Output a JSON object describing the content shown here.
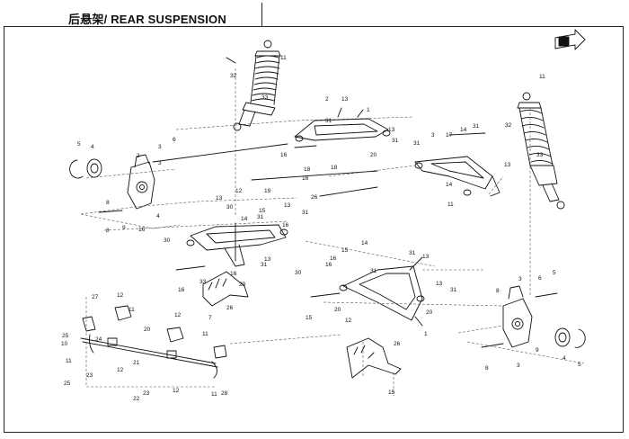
{
  "header": {
    "title": "后悬架/ REAR SUSPENSION"
  },
  "icons": {
    "front_direction": "fwd-arrow-icon"
  },
  "colors": {
    "ink": "#111111",
    "guide": "#555555",
    "paper": "#ffffff"
  },
  "callouts": [
    {
      "id": "c1",
      "text": "11"
    },
    {
      "id": "c2",
      "text": "32"
    },
    {
      "id": "c3",
      "text": "33"
    },
    {
      "id": "c4",
      "text": "11"
    },
    {
      "id": "c5",
      "text": "33"
    },
    {
      "id": "c6",
      "text": "32"
    },
    {
      "id": "c7",
      "text": "5"
    },
    {
      "id": "c8",
      "text": "4"
    },
    {
      "id": "c9",
      "text": "2"
    },
    {
      "id": "c10",
      "text": "3"
    },
    {
      "id": "c11",
      "text": "6"
    },
    {
      "id": "c12",
      "text": "3"
    },
    {
      "id": "c13",
      "text": "1"
    },
    {
      "id": "c14",
      "text": "13"
    },
    {
      "id": "c15",
      "text": "2"
    },
    {
      "id": "c16",
      "text": "31"
    },
    {
      "id": "c17",
      "text": "20"
    },
    {
      "id": "c18",
      "text": "31"
    },
    {
      "id": "c19",
      "text": "3"
    },
    {
      "id": "c20",
      "text": "17"
    },
    {
      "id": "c21",
      "text": "14"
    },
    {
      "id": "c22",
      "text": "31"
    },
    {
      "id": "c23",
      "text": "19"
    },
    {
      "id": "c24",
      "text": "16"
    },
    {
      "id": "c25",
      "text": "18"
    },
    {
      "id": "c26",
      "text": "16"
    },
    {
      "id": "c27",
      "text": "18"
    },
    {
      "id": "c28",
      "text": "26"
    },
    {
      "id": "c29",
      "text": "31"
    },
    {
      "id": "c30",
      "text": "13"
    },
    {
      "id": "c31",
      "text": "8"
    },
    {
      "id": "c32",
      "text": "9"
    },
    {
      "id": "c33",
      "text": "8"
    },
    {
      "id": "c34",
      "text": "4"
    },
    {
      "id": "c35",
      "text": "13"
    },
    {
      "id": "c36",
      "text": "12"
    },
    {
      "id": "c37",
      "text": "30"
    },
    {
      "id": "c38",
      "text": "31"
    },
    {
      "id": "c39",
      "text": "13"
    },
    {
      "id": "c40",
      "text": "27"
    },
    {
      "id": "c41",
      "text": "16"
    },
    {
      "id": "c42",
      "text": "30"
    },
    {
      "id": "c43",
      "text": "14"
    },
    {
      "id": "c44",
      "text": "31"
    },
    {
      "id": "c45",
      "text": "16"
    },
    {
      "id": "c46",
      "text": "15"
    },
    {
      "id": "c47",
      "text": "16"
    },
    {
      "id": "c48",
      "text": "16"
    },
    {
      "id": "c49",
      "text": "30"
    },
    {
      "id": "c50",
      "text": "31"
    },
    {
      "id": "c51",
      "text": "13"
    },
    {
      "id": "c52",
      "text": "7"
    },
    {
      "id": "c53",
      "text": "33"
    },
    {
      "id": "c54",
      "text": "26"
    },
    {
      "id": "c55",
      "text": "29"
    },
    {
      "id": "c56",
      "text": "11"
    },
    {
      "id": "c57",
      "text": "12"
    },
    {
      "id": "c58",
      "text": "11"
    },
    {
      "id": "c59",
      "text": "12"
    },
    {
      "id": "c60",
      "text": "20"
    },
    {
      "id": "c61",
      "text": "25"
    },
    {
      "id": "c62",
      "text": "10"
    },
    {
      "id": "c63",
      "text": "11"
    },
    {
      "id": "c64",
      "text": "23"
    },
    {
      "id": "c65",
      "text": "25"
    },
    {
      "id": "c66",
      "text": "24"
    },
    {
      "id": "c67",
      "text": "12"
    },
    {
      "id": "c68",
      "text": "22"
    },
    {
      "id": "c69",
      "text": "23"
    },
    {
      "id": "c70",
      "text": "21"
    },
    {
      "id": "c71",
      "text": "12"
    },
    {
      "id": "c72",
      "text": "11"
    },
    {
      "id": "c73",
      "text": "28"
    },
    {
      "id": "c74",
      "text": "14"
    },
    {
      "id": "c75",
      "text": "15"
    },
    {
      "id": "c76",
      "text": "16"
    },
    {
      "id": "c77",
      "text": "15"
    },
    {
      "id": "c78",
      "text": "31"
    },
    {
      "id": "c79",
      "text": "20"
    },
    {
      "id": "c80",
      "text": "13"
    },
    {
      "id": "c81",
      "text": "31"
    },
    {
      "id": "c82",
      "text": "20"
    },
    {
      "id": "c83",
      "text": "1"
    },
    {
      "id": "c84",
      "text": "26"
    },
    {
      "id": "c85",
      "text": "31"
    },
    {
      "id": "c86",
      "text": "13"
    },
    {
      "id": "c87",
      "text": "12"
    },
    {
      "id": "c88",
      "text": "3"
    },
    {
      "id": "c89",
      "text": "8"
    },
    {
      "id": "c90",
      "text": "6"
    },
    {
      "id": "c91",
      "text": "5"
    },
    {
      "id": "c92",
      "text": "13"
    },
    {
      "id": "c93",
      "text": "9"
    },
    {
      "id": "c94",
      "text": "3"
    },
    {
      "id": "c95",
      "text": "4"
    },
    {
      "id": "c96",
      "text": "8"
    },
    {
      "id": "c97",
      "text": "5"
    },
    {
      "id": "c98",
      "text": "15"
    },
    {
      "id": "c99",
      "text": "11"
    },
    {
      "id": "c100",
      "text": "14"
    },
    {
      "id": "c101",
      "text": "16"
    }
  ]
}
